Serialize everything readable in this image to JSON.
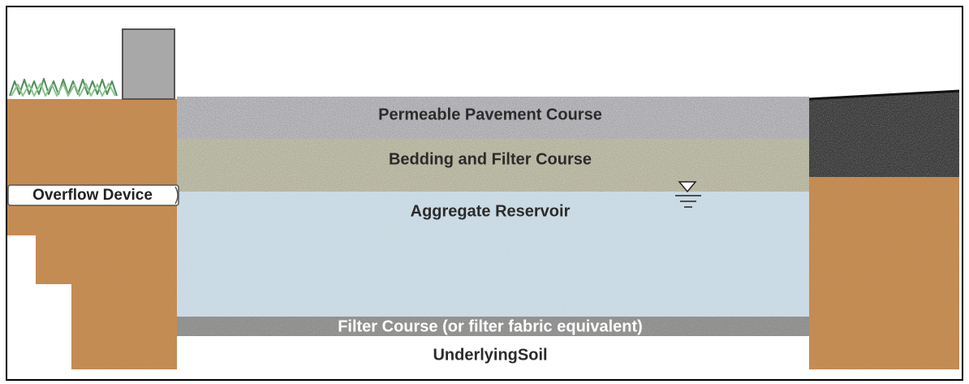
{
  "labels": {
    "permeable_pavement": "Permeable Pavement Course",
    "bedding_filter": "Bedding and Filter Course",
    "aggregate_reservoir": "Aggregate Reservoir",
    "filter_course": "Filter Course (or filter fabric equivalent)",
    "underlying_soil": "UnderlyingSoil",
    "overflow_device": "Overflow Device"
  },
  "colors": {
    "soil": "#c98a4f",
    "pavement": "#b8b8bc",
    "bedding": "#bcbba0",
    "reservoir": "#c9d9e3",
    "filter": "#8e8e8c",
    "asphalt": "#3a3a3a",
    "curb": "#a8a8a8",
    "grass": "#6aa46a"
  }
}
